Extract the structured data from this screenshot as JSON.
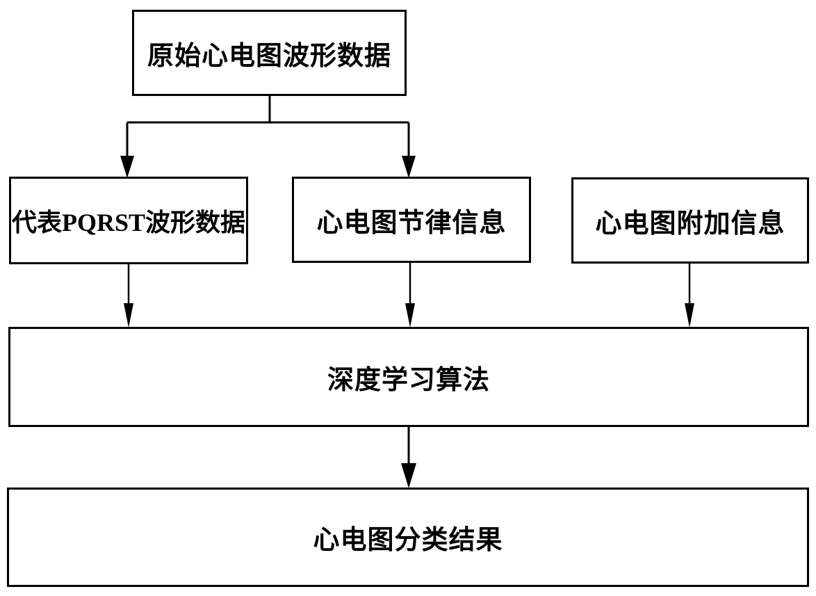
{
  "nodes": {
    "raw_waveform": {
      "label": "原始心电图波形数据"
    },
    "pqrst_waveform": {
      "label": "代表PQRST波形数据"
    },
    "rhythm_info": {
      "label": "心电图节律信息"
    },
    "additional_info": {
      "label": "心电图附加信息"
    },
    "deep_learning": {
      "label": "深度学习算法"
    },
    "classification_result": {
      "label": "心电图分类结果"
    }
  },
  "edges": [
    {
      "from": "raw_waveform",
      "to": "pqrst_waveform"
    },
    {
      "from": "raw_waveform",
      "to": "rhythm_info"
    },
    {
      "from": "pqrst_waveform",
      "to": "deep_learning"
    },
    {
      "from": "rhythm_info",
      "to": "deep_learning"
    },
    {
      "from": "additional_info",
      "to": "deep_learning"
    },
    {
      "from": "deep_learning",
      "to": "classification_result"
    }
  ],
  "colors": {
    "background": "#ffffff",
    "box_fill": "#ffffff",
    "box_border": "#000000",
    "line": "#000000",
    "text": "#000000"
  }
}
